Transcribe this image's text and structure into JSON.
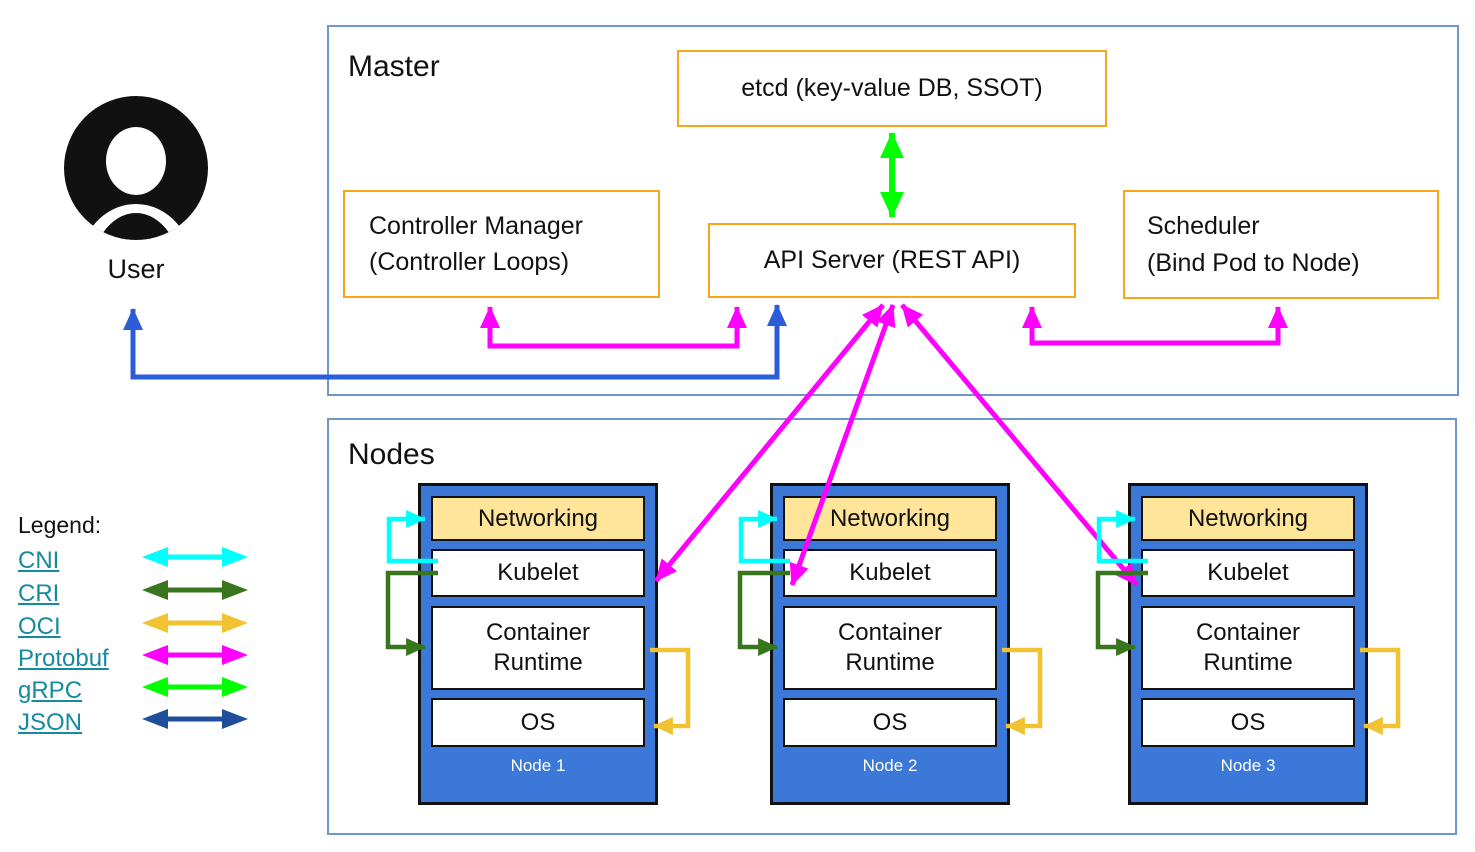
{
  "user": {
    "label": "User"
  },
  "master": {
    "title": "Master",
    "etcd_label": "etcd (key-value DB, SSOT)",
    "controller_manager_line1": "Controller Manager",
    "controller_manager_line2": "(Controller Loops)",
    "api_server_label": "API Server (REST API)",
    "scheduler_line1": "Scheduler",
    "scheduler_line2": "(Bind Pod to Node)"
  },
  "nodes": {
    "title": "Nodes",
    "layers": [
      "Networking",
      "Kubelet",
      "Container Runtime",
      "OS"
    ],
    "items": [
      {
        "name": "Node 1"
      },
      {
        "name": "Node 2"
      },
      {
        "name": "Node 3"
      }
    ]
  },
  "legend": {
    "title": "Legend:",
    "items": [
      {
        "label": "CNI"
      },
      {
        "label": "CRI"
      },
      {
        "label": "OCI"
      },
      {
        "label": "Protobuf"
      },
      {
        "label": "gRPC"
      },
      {
        "label": "JSON"
      }
    ]
  },
  "colors": {
    "cni": "#00FFFF",
    "cri": "#38761D",
    "oci": "#F1C232",
    "protobuf": "#FF00FF",
    "grpc": "#00FF00",
    "json": "#1F4E9C",
    "user_json_arrow": "#2B5CD9",
    "component_border": "#F9A51A",
    "container_border": "#6D96C9",
    "node_fill": "#3C78D8",
    "networking_fill": "#FFE599",
    "legend_link": "#168A9E"
  }
}
